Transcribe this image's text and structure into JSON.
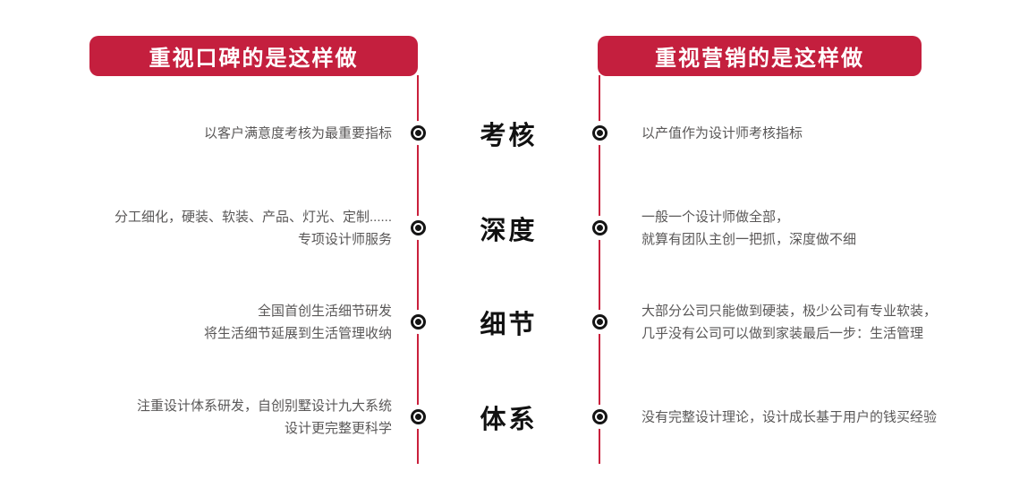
{
  "header": {
    "left_banner": "重视口碑的是这样做",
    "right_banner": "重视营销的是这样做"
  },
  "colors": {
    "brand_red": "#C41F3E",
    "line_red": "#C9203C",
    "label_black": "#111111",
    "text_gray": "#595757"
  },
  "icons": {
    "bullet": "target-bullet"
  },
  "rows": [
    {
      "label": "考核",
      "left_lines": [
        "以客户满意度考核为最重要指标"
      ],
      "right_lines": [
        "以产值作为设计师考核指标"
      ]
    },
    {
      "label": "深度",
      "left_lines": [
        "分工细化，硬装、软装、产品、灯光、定制......",
        "专项设计师服务"
      ],
      "right_lines": [
        "一般一个设计师做全部，",
        "就算有团队主创一把抓，深度做不细"
      ]
    },
    {
      "label": "细节",
      "left_lines": [
        "全国首创生活细节研发",
        "将生活细节延展到生活管理收纳"
      ],
      "right_lines": [
        "大部分公司只能做到硬装，极少公司有专业软装，",
        "几乎没有公司可以做到家装最后一步：生活管理"
      ]
    },
    {
      "label": "体系",
      "left_lines": [
        "注重设计体系研发，自创别墅设计九大系统",
        "设计更完整更科学"
      ],
      "right_lines": [
        "没有完整设计理论，设计成长基于用户的钱买经验"
      ]
    }
  ]
}
